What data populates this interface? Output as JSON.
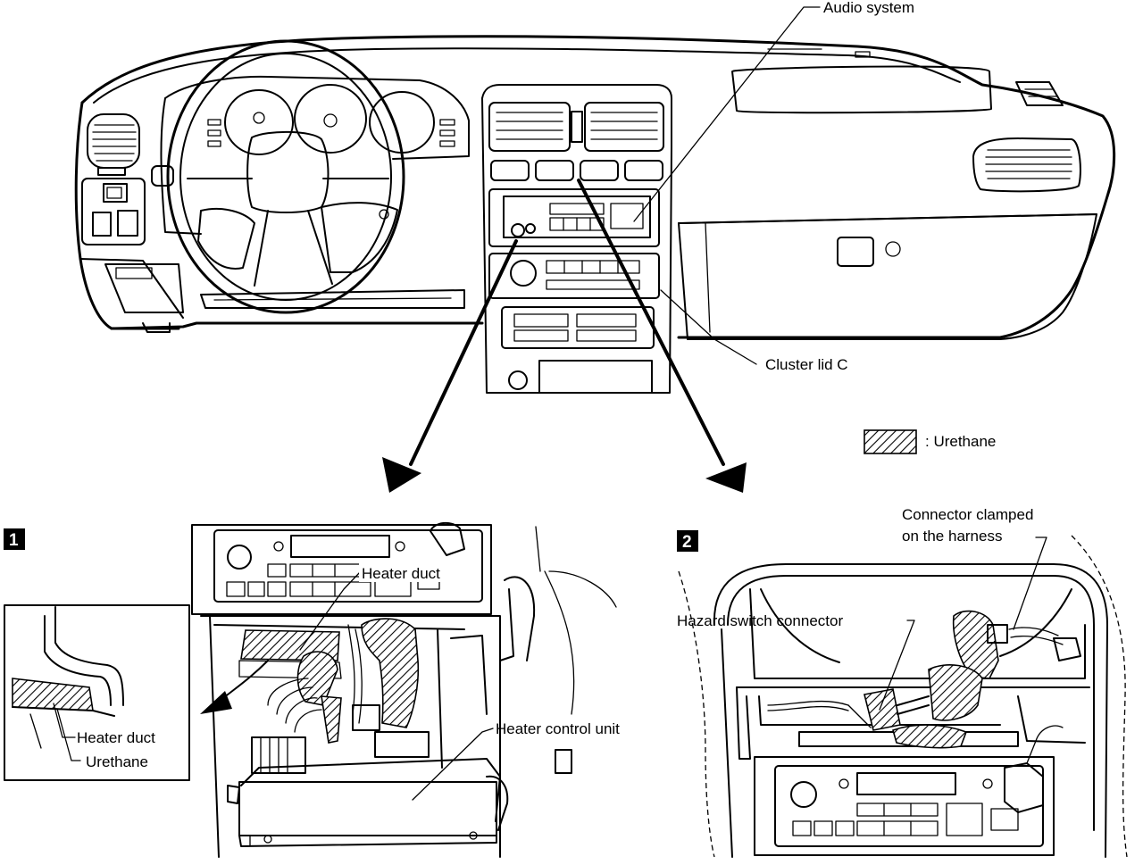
{
  "labels": {
    "audio_system": "Audio system",
    "cluster_lid": "Cluster lid C",
    "legend_text": ": Urethane",
    "step1_num": "1",
    "step2_num": "2",
    "heater_duct_1": "Heater duct",
    "heater_control_unit": "Heater control unit",
    "inset_heater_duct": "Heater duct",
    "inset_urethane": "Urethane",
    "connector_clamped_l1": "Connector clamped",
    "connector_clamped_l2": "on the harness",
    "hazard_switch": "Hazard switch connector"
  },
  "icons": {
    "legend_swatch": "hatched-urethane-swatch",
    "arrows": "down-arrow"
  }
}
